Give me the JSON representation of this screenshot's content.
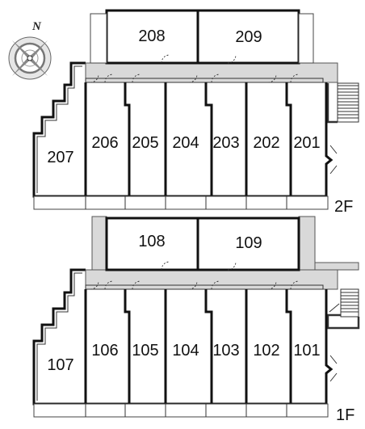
{
  "floor_plan": {
    "floors": [
      {
        "floor_label": "2F",
        "units": [
          "208",
          "209",
          "206",
          "205",
          "204",
          "203",
          "202",
          "201",
          "207"
        ]
      },
      {
        "floor_label": "1F",
        "units": [
          "108",
          "109",
          "106",
          "105",
          "104",
          "103",
          "102",
          "101",
          "107"
        ]
      }
    ],
    "compass": {
      "north_label": "N"
    },
    "colors": {
      "corridor": "#d9d9d9",
      "walls": "#111111",
      "background": "#ffffff"
    }
  }
}
